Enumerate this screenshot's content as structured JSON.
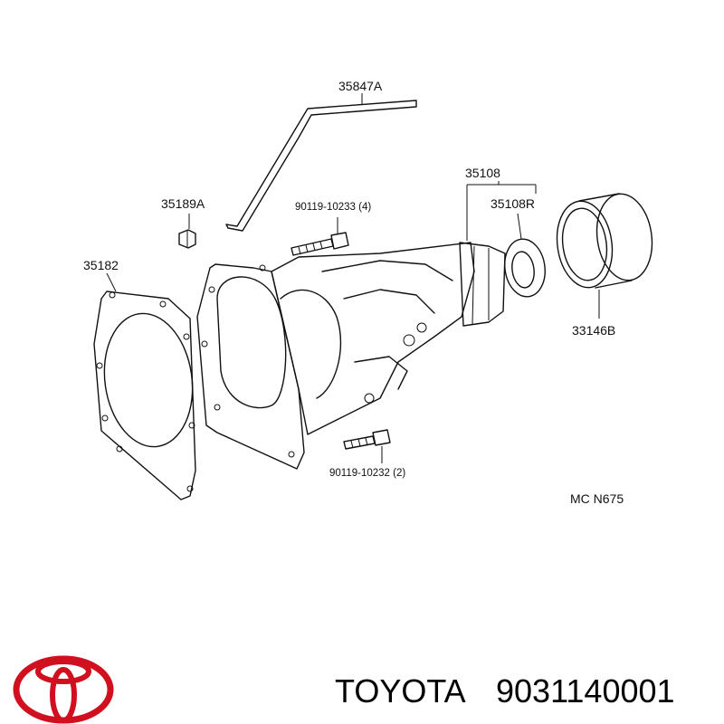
{
  "labels": {
    "breather_hose": "35847A",
    "plug": "35189A",
    "bolt_upper": "90119-10233 (4)",
    "gasket": "35182",
    "extension_housing": "35108",
    "oil_seal": "35108R",
    "dust_deflector": "33146B",
    "bolt_lower": "90119-10232 (2)",
    "diagram_code": "MC N675"
  },
  "footer": {
    "brand": "TOYOTA",
    "part_number": "9031140001",
    "logo_color": "#d0101f"
  },
  "icons": [
    "toyota-logo-icon"
  ]
}
